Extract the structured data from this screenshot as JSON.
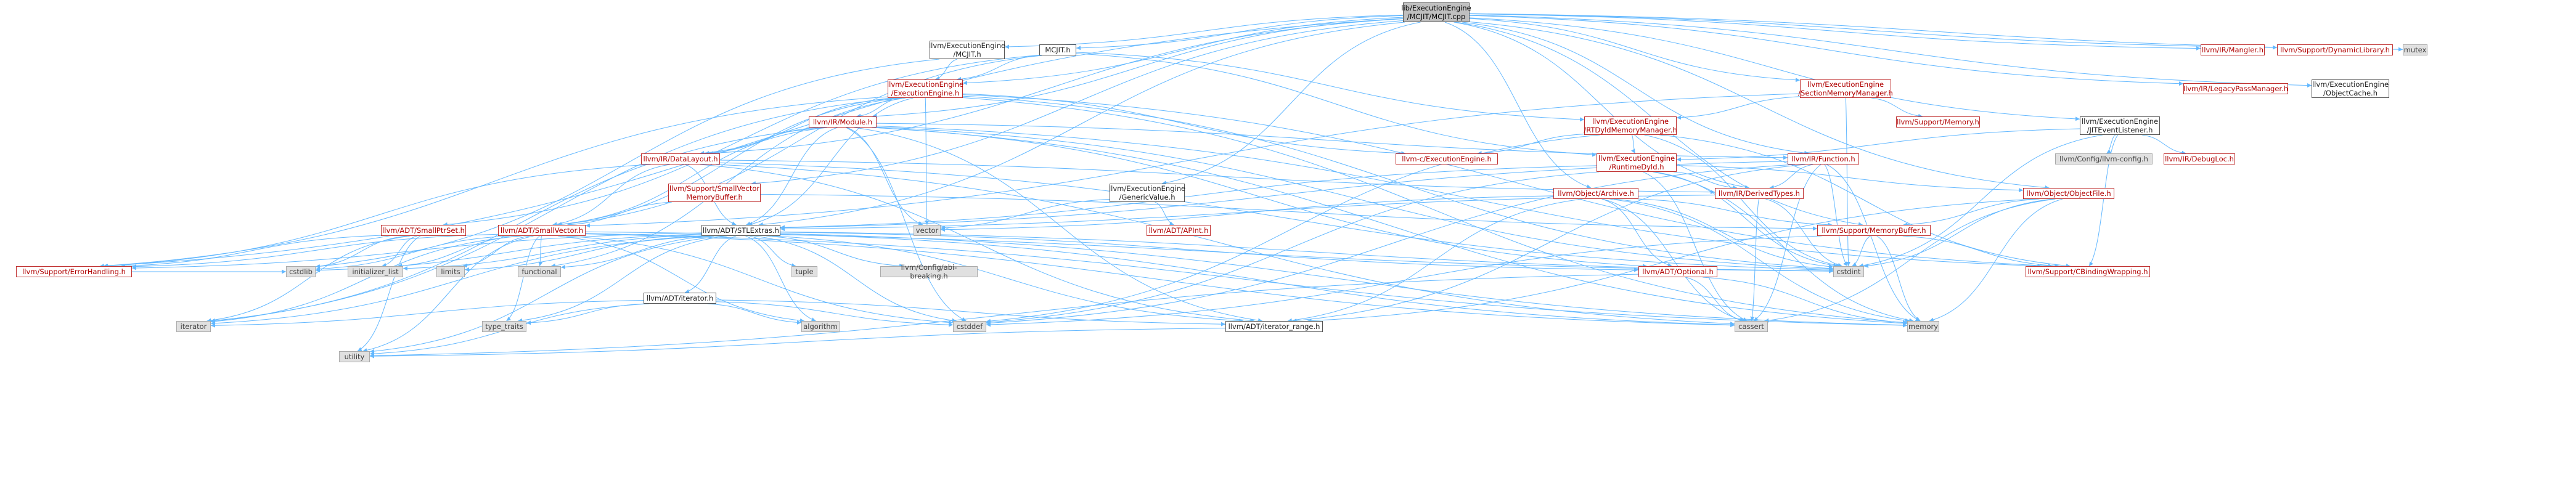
{
  "nodes": [
    {
      "id": "root",
      "label": "lib/ExecutionEngine\n/MCJIT/MCJIT.cpp",
      "style": "root"
    },
    {
      "id": "ee_mcjit_h",
      "label": "llvm/ExecutionEngine\n/MCJIT.h",
      "style": "black"
    },
    {
      "id": "mcjit_h",
      "label": "MCJIT.h",
      "style": "black"
    },
    {
      "id": "ee_h",
      "label": "llvm/ExecutionEngine\n/ExecutionEngine.h",
      "style": "red"
    },
    {
      "id": "secmm_h",
      "label": "llvm/ExecutionEngine\n/SectionMemoryManager.h",
      "style": "red"
    },
    {
      "id": "mangler_h",
      "label": "llvm/IR/Mangler.h",
      "style": "red"
    },
    {
      "id": "dynlib_h",
      "label": "llvm/Support/DynamicLibrary.h",
      "style": "red"
    },
    {
      "id": "mutex",
      "label": "mutex",
      "style": "grey"
    },
    {
      "id": "legacypm_h",
      "label": "llvm/IR/LegacyPassManager.h",
      "style": "red"
    },
    {
      "id": "objcache_h",
      "label": "llvm/ExecutionEngine\n/ObjectCache.h",
      "style": "black"
    },
    {
      "id": "module_h",
      "label": "llvm/IR/Module.h",
      "style": "red"
    },
    {
      "id": "rtdyldmm_h",
      "label": "llvm/ExecutionEngine\n/RTDyldMemoryManager.h",
      "style": "red"
    },
    {
      "id": "supmem_h",
      "label": "llvm/Support/Memory.h",
      "style": "red"
    },
    {
      "id": "jitevl_h",
      "label": "llvm/ExecutionEngine\n/JITEventListener.h",
      "style": "black"
    },
    {
      "id": "datalayout_h",
      "label": "llvm/IR/DataLayout.h",
      "style": "red"
    },
    {
      "id": "c_ee_h",
      "label": "llvm-c/ExecutionEngine.h",
      "style": "red"
    },
    {
      "id": "rtdyld_h",
      "label": "llvm/ExecutionEngine\n/RuntimeDyld.h",
      "style": "red"
    },
    {
      "id": "function_h",
      "label": "llvm/IR/Function.h",
      "style": "red"
    },
    {
      "id": "config_h",
      "label": "llvm/Config/llvm-config.h",
      "style": "grey"
    },
    {
      "id": "debugloc_h",
      "label": "llvm/IR/DebugLoc.h",
      "style": "red"
    },
    {
      "id": "smallvecmb_h",
      "label": "llvm/Support/SmallVector\nMemoryBuffer.h",
      "style": "red"
    },
    {
      "id": "genericvalue_h",
      "label": "llvm/ExecutionEngine\n/GenericValue.h",
      "style": "black"
    },
    {
      "id": "archive_h",
      "label": "llvm/Object/Archive.h",
      "style": "red"
    },
    {
      "id": "derivedtypes_h",
      "label": "llvm/IR/DerivedTypes.h",
      "style": "red"
    },
    {
      "id": "objectfile_h",
      "label": "llvm/Object/ObjectFile.h",
      "style": "red"
    },
    {
      "id": "smallptrset_h",
      "label": "llvm/ADT/SmallPtrSet.h",
      "style": "red"
    },
    {
      "id": "smallvector_h",
      "label": "llvm/ADT/SmallVector.h",
      "style": "red"
    },
    {
      "id": "stlextras_h",
      "label": "llvm/ADT/STLExtras.h",
      "style": "black"
    },
    {
      "id": "apint_h",
      "label": "llvm/ADT/APInt.h",
      "style": "red"
    },
    {
      "id": "vector",
      "label": "vector",
      "style": "grey"
    },
    {
      "id": "memorybuffer_h",
      "label": "llvm/Support/MemoryBuffer.h",
      "style": "red"
    },
    {
      "id": "errorhandling_h",
      "label": "llvm/Support/ErrorHandling.h",
      "style": "red"
    },
    {
      "id": "cstdlib",
      "label": "cstdlib",
      "style": "grey"
    },
    {
      "id": "initializer_list",
      "label": "initializer_list",
      "style": "grey"
    },
    {
      "id": "limits",
      "label": "limits",
      "style": "grey"
    },
    {
      "id": "functional",
      "label": "functional",
      "style": "grey"
    },
    {
      "id": "tuple",
      "label": "tuple",
      "style": "grey"
    },
    {
      "id": "abibreaking_h",
      "label": "llvm/Config/abi-breaking.h",
      "style": "grey"
    },
    {
      "id": "optional_h",
      "label": "llvm/ADT/Optional.h",
      "style": "red"
    },
    {
      "id": "cstdint",
      "label": "cstdint",
      "style": "grey"
    },
    {
      "id": "cbinding_h",
      "label": "llvm/Support/CBindingWrapping.h",
      "style": "red"
    },
    {
      "id": "iterator_h",
      "label": "llvm/ADT/iterator.h",
      "style": "black"
    },
    {
      "id": "iterator",
      "label": "iterator",
      "style": "grey"
    },
    {
      "id": "type_traits",
      "label": "type_traits",
      "style": "grey"
    },
    {
      "id": "algorithm",
      "label": "algorithm",
      "style": "grey"
    },
    {
      "id": "cstddef",
      "label": "cstddef",
      "style": "grey"
    },
    {
      "id": "iterator_range_h",
      "label": "llvm/ADT/iterator_range.h",
      "style": "black"
    },
    {
      "id": "cassert",
      "label": "cassert",
      "style": "grey"
    },
    {
      "id": "memory",
      "label": "memory",
      "style": "grey"
    },
    {
      "id": "utility",
      "label": "utility",
      "style": "grey"
    }
  ],
  "edges": [
    [
      "root",
      "ee_mcjit_h"
    ],
    [
      "root",
      "mcjit_h"
    ],
    [
      "root",
      "secmm_h"
    ],
    [
      "root",
      "mangler_h"
    ],
    [
      "root",
      "dynlib_h"
    ],
    [
      "root",
      "mutex"
    ],
    [
      "root",
      "legacypm_h"
    ],
    [
      "root",
      "objcache_h"
    ],
    [
      "root",
      "jitevl_h"
    ],
    [
      "root",
      "module_h"
    ],
    [
      "root",
      "datalayout_h"
    ],
    [
      "root",
      "derivedtypes_h"
    ],
    [
      "root",
      "function_h"
    ],
    [
      "root",
      "objectfile_h"
    ],
    [
      "root",
      "archive_h"
    ],
    [
      "root",
      "memorybuffer_h"
    ],
    [
      "root",
      "smallvecmb_h"
    ],
    [
      "root",
      "genericvalue_h"
    ],
    [
      "root",
      "errorhandling_h"
    ],
    [
      "root",
      "stlextras_h"
    ],
    [
      "root",
      "ee_h"
    ],
    [
      "ee_mcjit_h",
      "ee_h"
    ],
    [
      "ee_mcjit_h",
      "cstdlib"
    ],
    [
      "mcjit_h",
      "ee_h"
    ],
    [
      "mcjit_h",
      "rtdyld_h"
    ],
    [
      "mcjit_h",
      "rtdyldmm_h"
    ],
    [
      "mcjit_h",
      "smallptrset_h"
    ],
    [
      "mcjit_h",
      "smallvector_h"
    ],
    [
      "ee_h",
      "module_h"
    ],
    [
      "ee_h",
      "c_ee_h"
    ],
    [
      "ee_h",
      "datalayout_h"
    ],
    [
      "ee_h",
      "smallvector_h"
    ],
    [
      "ee_h",
      "stlextras_h"
    ],
    [
      "ee_h",
      "errorhandling_h"
    ],
    [
      "ee_h",
      "cbinding_h"
    ],
    [
      "ee_h",
      "vector"
    ],
    [
      "ee_h",
      "functional"
    ],
    [
      "ee_h",
      "memory"
    ],
    [
      "ee_h",
      "cstdint"
    ],
    [
      "ee_h",
      "iterator"
    ],
    [
      "secmm_h",
      "rtdyldmm_h"
    ],
    [
      "secmm_h",
      "supmem_h"
    ],
    [
      "secmm_h",
      "cstdint"
    ],
    [
      "secmm_h",
      "smallvector_h"
    ],
    [
      "rtdyldmm_h",
      "rtdyld_h"
    ],
    [
      "rtdyldmm_h",
      "c_ee_h"
    ],
    [
      "rtdyldmm_h",
      "cbinding_h"
    ],
    [
      "rtdyldmm_h",
      "cstdint"
    ],
    [
      "rtdyldmm_h",
      "cstddef"
    ],
    [
      "module_h",
      "datalayout_h"
    ],
    [
      "module_h",
      "function_h"
    ],
    [
      "module_h",
      "stlextras_h"
    ],
    [
      "module_h",
      "smallvector_h"
    ],
    [
      "module_h",
      "optional_h"
    ],
    [
      "module_h",
      "iterator_range_h"
    ],
    [
      "module_h",
      "cbinding_h"
    ],
    [
      "module_h",
      "cstddef"
    ],
    [
      "module_h",
      "cstdint"
    ],
    [
      "module_h",
      "iterator"
    ],
    [
      "module_h",
      "memory"
    ],
    [
      "module_h",
      "vector"
    ],
    [
      "jitevl_h",
      "config_h"
    ],
    [
      "jitevl_h",
      "debugloc_h"
    ],
    [
      "jitevl_h",
      "rtdyld_h"
    ],
    [
      "jitevl_h",
      "cbinding_h"
    ],
    [
      "jitevl_h",
      "cstdint"
    ],
    [
      "datalayout_h",
      "smallvector_h"
    ],
    [
      "datalayout_h",
      "stlextras_h"
    ],
    [
      "datalayout_h",
      "derivedtypes_h"
    ],
    [
      "datalayout_h",
      "errorhandling_h"
    ],
    [
      "datalayout_h",
      "cassert"
    ],
    [
      "datalayout_h",
      "cstdint"
    ],
    [
      "datalayout_h",
      "iterator_range_h"
    ],
    [
      "rtdyld_h",
      "objectfile_h"
    ],
    [
      "rtdyld_h",
      "derivedtypes_h"
    ],
    [
      "rtdyld_h",
      "stlextras_h"
    ],
    [
      "rtdyld_h",
      "memory"
    ],
    [
      "rtdyld_h",
      "cstdint"
    ],
    [
      "rtdyld_h",
      "cassert"
    ],
    [
      "rtdyld_h",
      "cstddef"
    ],
    [
      "function_h",
      "derivedtypes_h"
    ],
    [
      "function_h",
      "iterator_range_h"
    ],
    [
      "function_h",
      "cassert"
    ],
    [
      "function_h",
      "cstddef"
    ],
    [
      "function_h",
      "cstdint"
    ],
    [
      "function_h",
      "memory"
    ],
    [
      "function_h",
      "stlextras_h"
    ],
    [
      "smallvecmb_h",
      "smallvector_h"
    ],
    [
      "smallvecmb_h",
      "memorybuffer_h"
    ],
    [
      "genericvalue_h",
      "apint_h"
    ],
    [
      "genericvalue_h",
      "vector"
    ],
    [
      "archive_h",
      "memorybuffer_h"
    ],
    [
      "archive_h",
      "optional_h"
    ],
    [
      "archive_h",
      "vector"
    ],
    [
      "archive_h",
      "cstdint"
    ],
    [
      "archive_h",
      "cassert"
    ],
    [
      "archive_h",
      "memory"
    ],
    [
      "archive_h",
      "iterator_range_h"
    ],
    [
      "derivedtypes_h",
      "cstdint"
    ],
    [
      "derivedtypes_h",
      "cassert"
    ],
    [
      "derivedtypes_h",
      "stlextras_h"
    ],
    [
      "objectfile_h",
      "memorybuffer_h"
    ],
    [
      "objectfile_h",
      "cstdint"
    ],
    [
      "objectfile_h",
      "cassert"
    ],
    [
      "objectfile_h",
      "memory"
    ],
    [
      "objectfile_h",
      "iterator_range_h"
    ],
    [
      "smallptrset_h",
      "errorhandling_h"
    ],
    [
      "smallptrset_h",
      "cstdlib"
    ],
    [
      "smallptrset_h",
      "initializer_list"
    ],
    [
      "smallptrset_h",
      "iterator"
    ],
    [
      "smallptrset_h",
      "utility"
    ],
    [
      "smallvector_h",
      "errorhandling_h"
    ],
    [
      "smallvector_h",
      "cstdlib"
    ],
    [
      "smallvector_h",
      "initializer_list"
    ],
    [
      "smallvector_h",
      "limits"
    ],
    [
      "smallvector_h",
      "functional"
    ],
    [
      "smallvector_h",
      "algorithm"
    ],
    [
      "smallvector_h",
      "cassert"
    ],
    [
      "smallvector_h",
      "cstddef"
    ],
    [
      "smallvector_h",
      "cstdint"
    ],
    [
      "smallvector_h",
      "iterator"
    ],
    [
      "smallvector_h",
      "memory"
    ],
    [
      "smallvector_h",
      "type_traits"
    ],
    [
      "smallvector_h",
      "utility"
    ],
    [
      "stlextras_h",
      "optional_h"
    ],
    [
      "stlextras_h",
      "abibreaking_h"
    ],
    [
      "stlextras_h",
      "tuple"
    ],
    [
      "stlextras_h",
      "iterator_h"
    ],
    [
      "stlextras_h",
      "iterator_range_h"
    ],
    [
      "stlextras_h",
      "errorhandling_h"
    ],
    [
      "stlextras_h",
      "algorithm"
    ],
    [
      "stlextras_h",
      "cassert"
    ],
    [
      "stlextras_h",
      "cstddef"
    ],
    [
      "stlextras_h",
      "cstdint"
    ],
    [
      "stlextras_h",
      "cstdlib"
    ],
    [
      "stlextras_h",
      "functional"
    ],
    [
      "stlextras_h",
      "initializer_list"
    ],
    [
      "stlextras_h",
      "iterator"
    ],
    [
      "stlextras_h",
      "limits"
    ],
    [
      "stlextras_h",
      "memory"
    ],
    [
      "stlextras_h",
      "type_traits"
    ],
    [
      "stlextras_h",
      "utility"
    ],
    [
      "memorybuffer_h",
      "cbinding_h"
    ],
    [
      "memorybuffer_h",
      "cstddef"
    ],
    [
      "memorybuffer_h",
      "cstdint"
    ],
    [
      "memorybuffer_h",
      "memory"
    ],
    [
      "optional_h",
      "cassert"
    ],
    [
      "optional_h",
      "memory"
    ],
    [
      "optional_h",
      "utility"
    ],
    [
      "iterator_h",
      "iterator_range_h"
    ],
    [
      "iterator_h",
      "cstddef"
    ],
    [
      "iterator_h",
      "iterator"
    ],
    [
      "iterator_h",
      "type_traits"
    ],
    [
      "iterator_h",
      "utility"
    ],
    [
      "iterator_h",
      "algorithm"
    ],
    [
      "iterator_range_h",
      "utility"
    ],
    [
      "errorhandling_h",
      "cstdlib"
    ]
  ]
}
